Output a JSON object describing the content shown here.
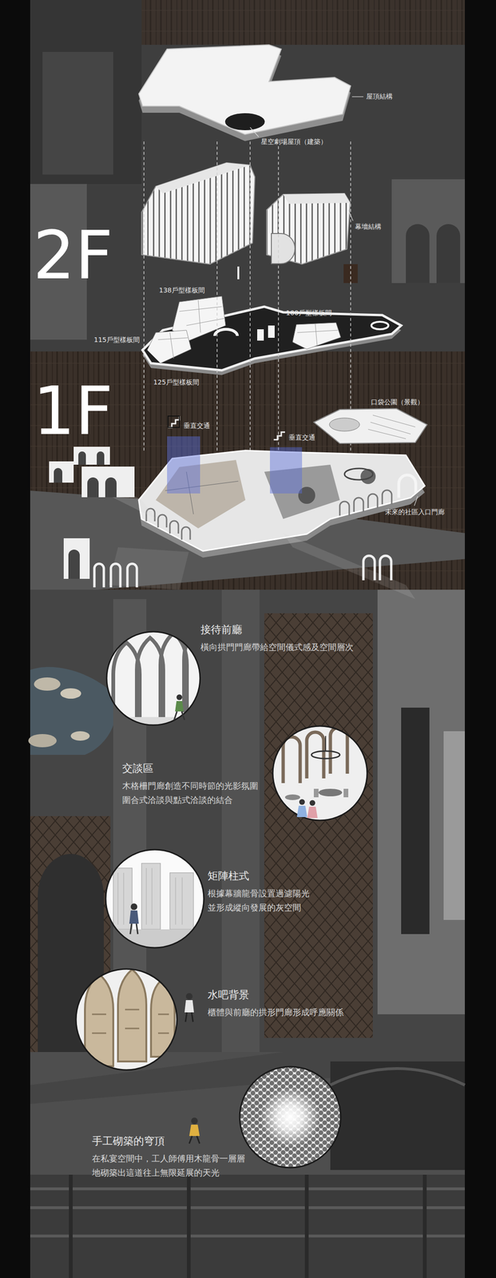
{
  "diagram": {
    "nodes": [
      {
        "text": [
          "接待前廳",
          "橫向拱門門廊帶給空間儀式感及空間層次"
        ]
      },
      {
        "text": [
          "交談區",
          "木格柵門廊創造不同時節的光影氛圍 圍合式洽談與點式洽談的結合"
        ]
      },
      {
        "text": [
          "矩陣柱式",
          "根據幕牆龍骨設置過濾陽光 並形成縱向發展的灰空間"
        ]
      },
      {
        "text": [
          "水吧背景",
          "櫃體與前廳的拱形門廊形成呼應關係"
        ]
      },
      {
        "text": [
          "手工砌築的穹頂",
          "在私宴空間中，工人師傅用木龍骨一層層 地砌築出這道往上無限延展的天光"
        ]
      }
    ],
    "labels": [
      "屋頂結構",
      "星空劇場屋頂（建築）",
      "幕墻結構",
      "2F",
      "138戶型樣板間",
      "100戶型樣板間",
      "115戶型樣板間",
      "125戶型樣板間",
      "1F",
      "口袋公園（景觀）",
      "垂直交通",
      "垂直交通",
      "未來的社區入口門廊"
    ]
  }
}
